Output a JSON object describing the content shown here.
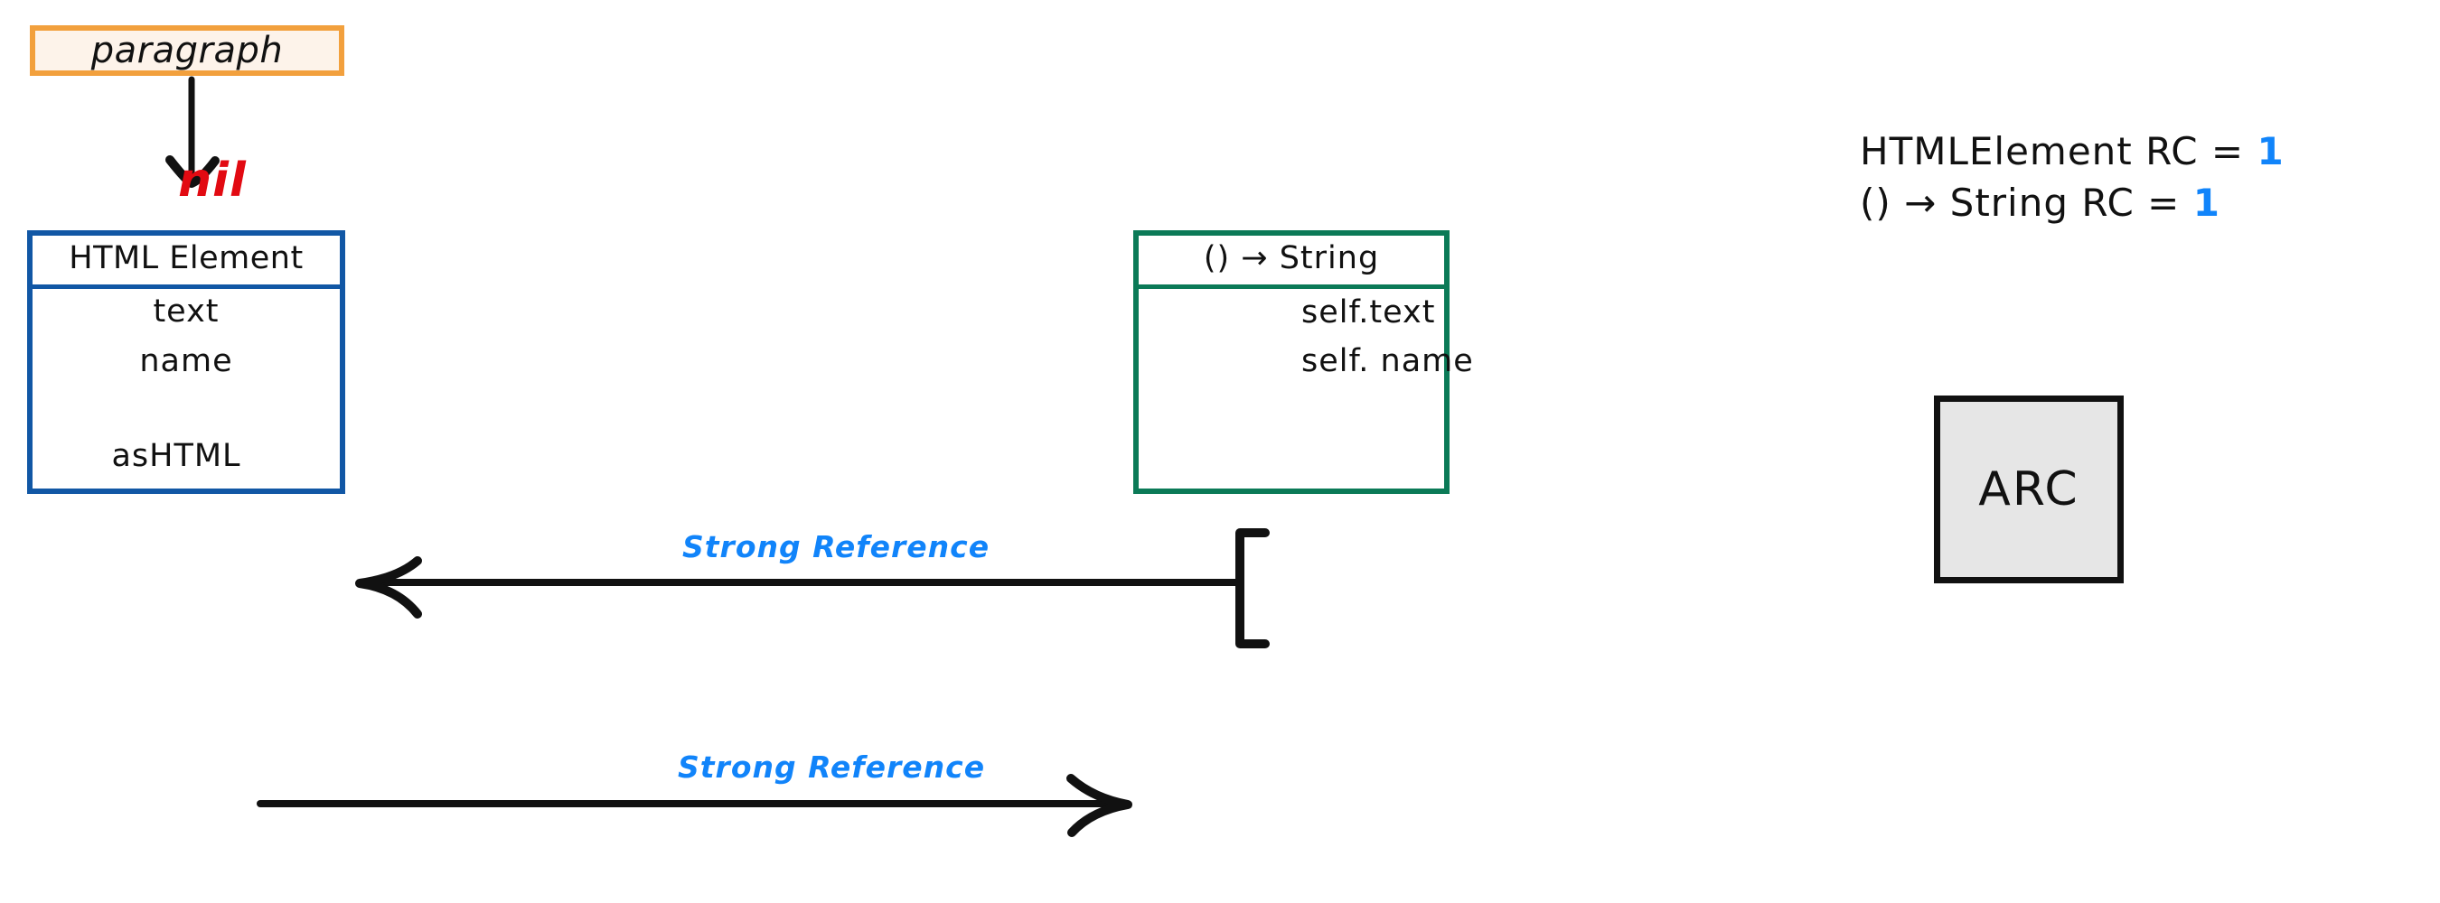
{
  "diagram": {
    "title_hint": "Swift ARC strong reference cycle diagram",
    "paragraph_box": {
      "label": "paragraph",
      "border_color": "#F2A03D",
      "fill_color": "#FDF3EA"
    },
    "nil_value": {
      "label": "nil",
      "color": "#E20A12"
    },
    "html_element_class": {
      "title": "HTML Element",
      "border_color": "#1157A5",
      "fields": [
        {
          "label": "text"
        },
        {
          "label": "name"
        },
        {
          "label": "asHTML"
        }
      ]
    },
    "closure_class": {
      "title": "() → String",
      "border_color": "#0B7A57",
      "captures": [
        {
          "label": "self.text"
        },
        {
          "label": "self. name"
        }
      ]
    },
    "edges": [
      {
        "id": "closure-to-element",
        "label": "Strong  Reference",
        "color": "#1184FA",
        "direction": "left"
      },
      {
        "id": "element-to-closure",
        "label": "Strong  Reference",
        "color": "#1184FA",
        "direction": "right"
      }
    ],
    "reference_counts": [
      {
        "name": "HTMLElement RC =",
        "value": "1",
        "value_color": "#1184FA"
      },
      {
        "name": "() → String RC =",
        "value": "1",
        "value_color": "#1184FA"
      }
    ],
    "arc_badge": {
      "label": "ARC",
      "border_color": "#111111",
      "fill_color": "#E6E6E6"
    }
  }
}
